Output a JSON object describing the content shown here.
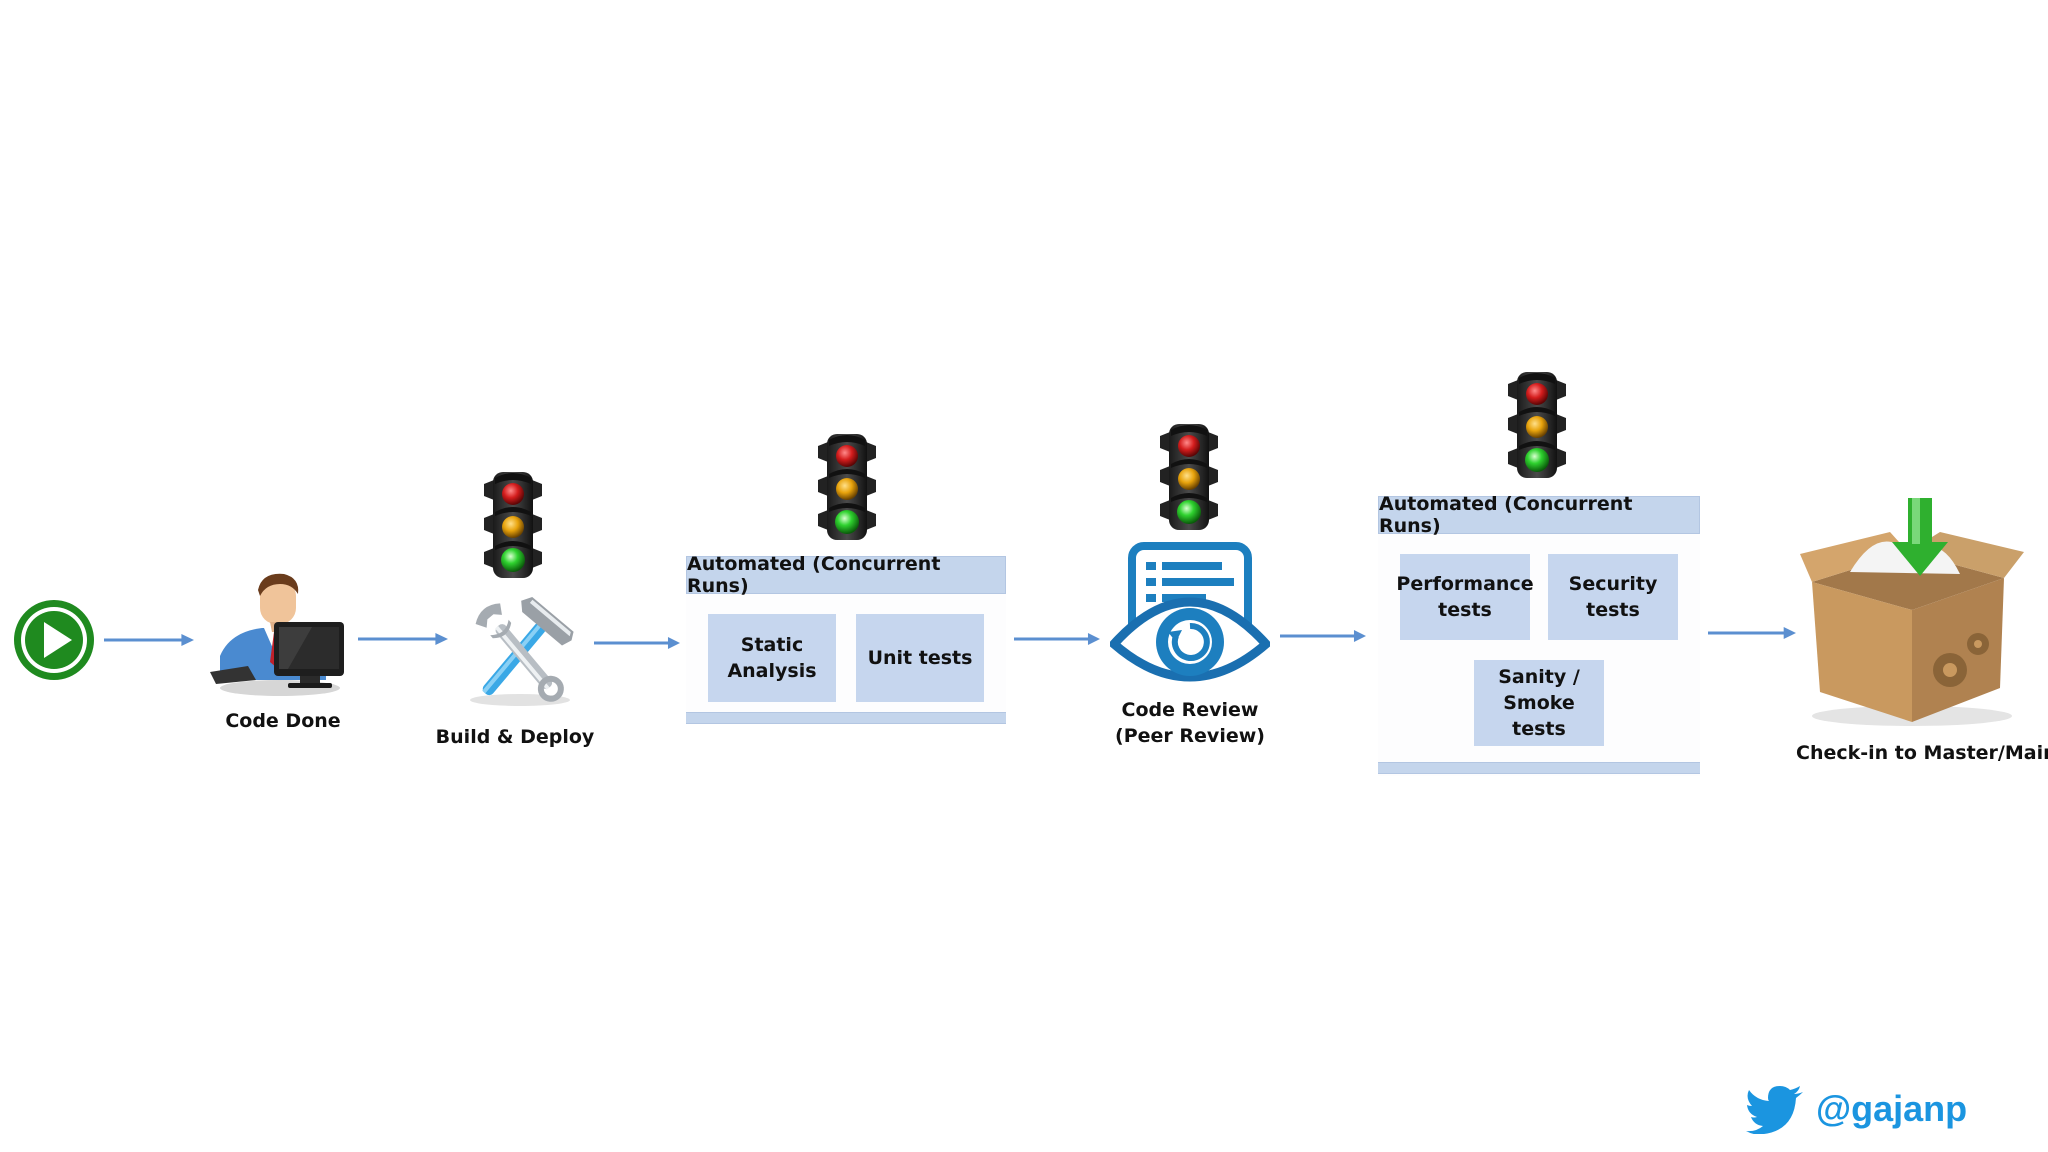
{
  "stages": {
    "code_done": "Code Done",
    "build_deploy": "Build & Deploy",
    "code_review": "Code Review\n(Peer Review)",
    "check_in": "Check-in to Master/Main"
  },
  "panel1": {
    "header": "Automated (Concurrent Runs)",
    "boxes": [
      "Static Analysis",
      "Unit tests"
    ]
  },
  "panel2": {
    "header": "Automated (Concurrent Runs)",
    "boxes": [
      "Performance tests",
      "Security tests",
      "Sanity / Smoke tests"
    ]
  },
  "footer": {
    "twitter_handle": "@gajanp"
  },
  "colors": {
    "arrow": "#5b8fd0",
    "panel": "#c4d5ec",
    "play": "#1f8a1f",
    "light_red": "#d41d1d",
    "light_amber": "#e8a30c",
    "light_green": "#2fd22f",
    "twitter": "#1b95e0"
  },
  "icons": {
    "start": "play-icon",
    "developer": "developer-at-computer-icon",
    "build": "hammer-wrench-icon",
    "review": "eye-document-icon",
    "check_in": "box-download-icon",
    "gate": "traffic-light-icon",
    "social": "twitter-bird-icon"
  }
}
